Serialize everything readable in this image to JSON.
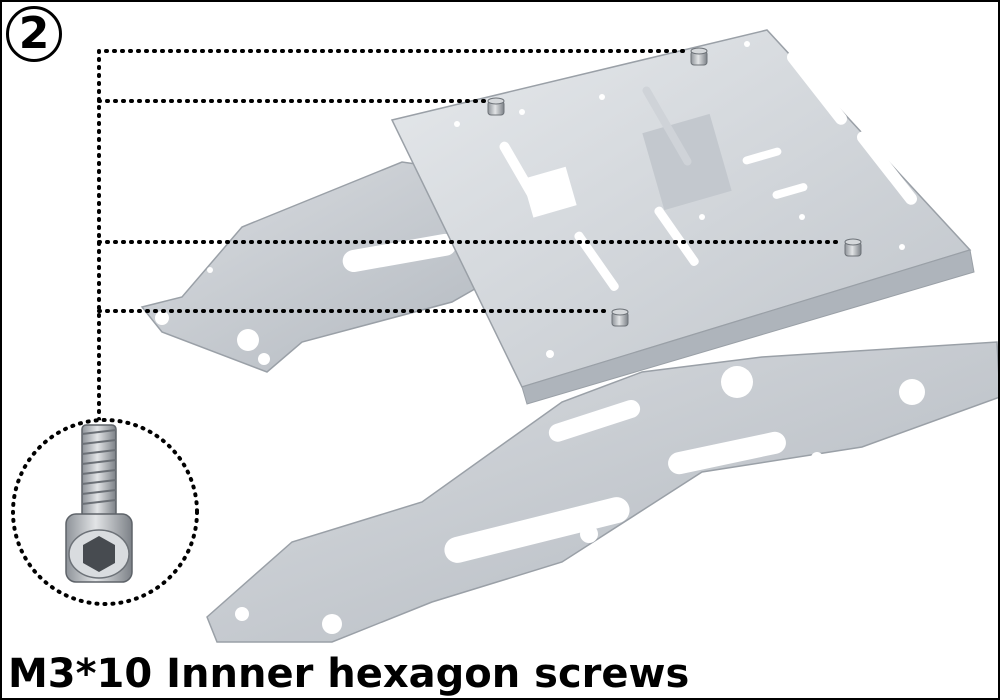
{
  "step": {
    "number_text": "2"
  },
  "caption": {
    "text": "M3*10 Innner hexagon screws"
  },
  "colors": {
    "frame_border": "#000000",
    "plate_light": "#dfe2e6",
    "plate_mid": "#c7ccd2",
    "plate_dark": "#a9afb6",
    "hole": "#ffffff",
    "screw_metal": "#b9bdc1",
    "leader_dots": "#000000"
  },
  "icons": {
    "step_marker": "circled-number-2",
    "screw_callout": "zoomed-hex-socket-screw",
    "chassis": "aluminum-chassis-plates"
  }
}
